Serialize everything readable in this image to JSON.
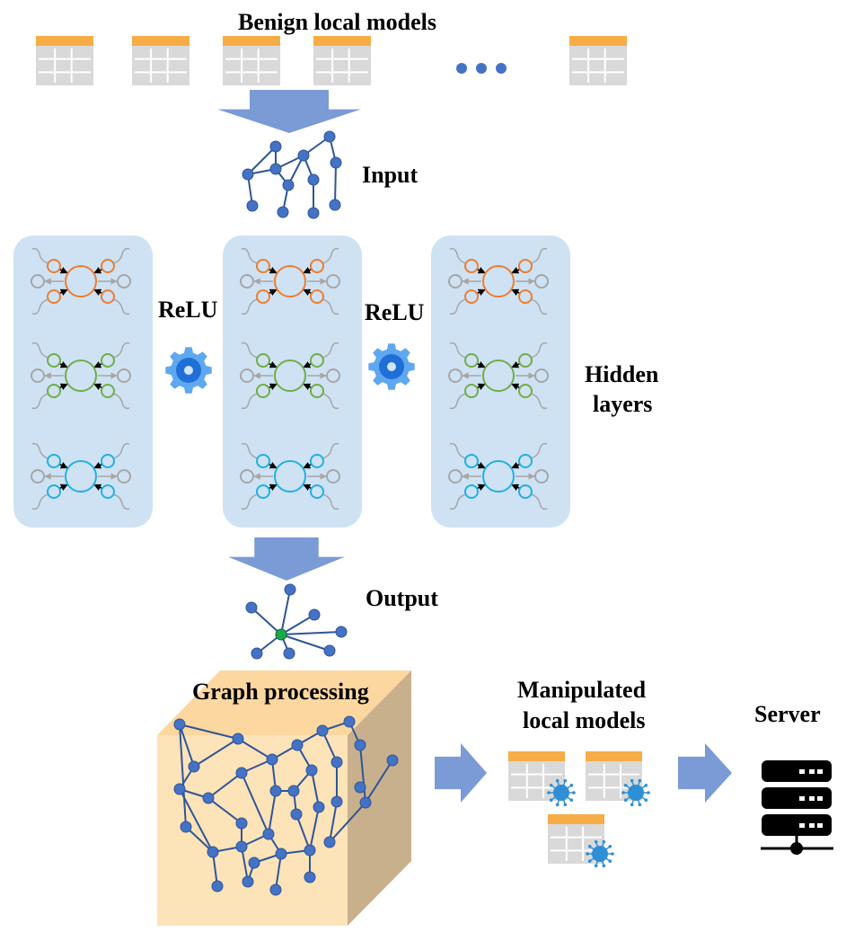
{
  "labels": {
    "benign": "Benign local models",
    "input": "Input",
    "relu_1": "ReLU",
    "relu_2": "ReLU",
    "hidden_line1": "Hidden",
    "hidden_line2": "layers",
    "output": "Output",
    "graph_processing": "Graph processing",
    "manipulated_line1": "Manipulated",
    "manipulated_line2": "local models",
    "server": "Server"
  },
  "colors": {
    "table_header": "#f6ad45",
    "table_body": "#d9d9d9",
    "arrow": "#7b9bd6",
    "node_fill": "#4472c4",
    "node_stroke": "#2f5597",
    "panel_bg": "#cfe2f3",
    "orange_ring": "#ed7d31",
    "green_ring": "#70ad47",
    "cyan_ring": "#1fb0e6",
    "grey_ring": "#a6a6a6",
    "gear": "#5ea8f0",
    "gear_center": "#1f6fd6",
    "cube_front": "#fde3b8",
    "cube_top": "#fdd7a0",
    "cube_side": "#c9b08d",
    "green_node": "#19a84a",
    "virus": "#2f8fd6",
    "server": "#000000"
  },
  "icons": [
    "table-icon",
    "ellipsis-icon",
    "down-arrow-icon",
    "right-arrow-icon",
    "gear-icon",
    "virus-icon",
    "server-icon"
  ]
}
